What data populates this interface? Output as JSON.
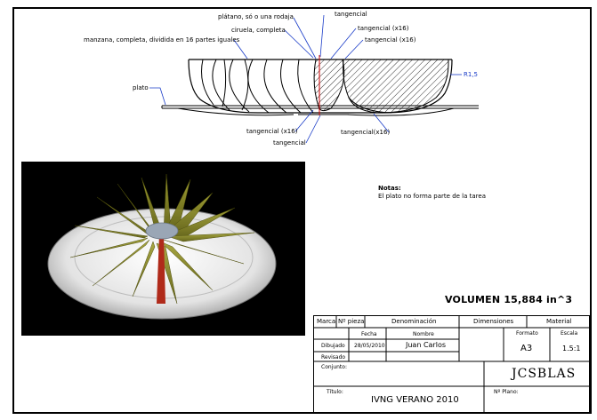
{
  "drawing": {
    "callouts": {
      "platano": "plátano, só o una rodaja",
      "tangencial_top": "tangencial",
      "ciruela": "ciruela, completa",
      "tangencial_x16_a": "tangencial (x16)",
      "manzana": "manzana, completa, dividida en 16 partes iguales",
      "tangencial_x16_b": "tangencial (x16)",
      "r15": "R1,5",
      "plato": "plato",
      "tangencial_x16_c": "tangencial (x16)",
      "tangencial_bottom": "tangencial",
      "tangencial_x16_d": "tangencial(x16)"
    },
    "notes": {
      "title": "Notas:",
      "body": "El plato no forma parte de la tarea"
    },
    "volume": "VOLUMEN 15,884 in^3"
  },
  "title_block": {
    "marca": "Marca",
    "n_pieza": "Nº pieza",
    "denominacion": "Denominación",
    "dimensiones": "Dimensiones",
    "material": "Material",
    "fecha": "Fecha",
    "nombre": "Nombre",
    "dibujado": "Dibujado",
    "fecha_value": "28/05/2010",
    "nombre_value": "Juan Carlos",
    "revisado": "Revisado",
    "formato": "Formato",
    "formato_value": "A3",
    "escala": "Escala",
    "escala_value": "1.5:1",
    "conjunto": "Conjunto:",
    "logo": "JCSBLAS",
    "titulo": "Título:",
    "titulo_value": "IVNG VERANO 2010",
    "n_plano": "Nº Plano:"
  },
  "colors": {
    "dimension_blue": "#1a3cc8",
    "petal_olive": "#8b8a1c",
    "plate_white": "#e8e8e8",
    "render_bg": "#000000",
    "red_edge": "#cc0000"
  }
}
